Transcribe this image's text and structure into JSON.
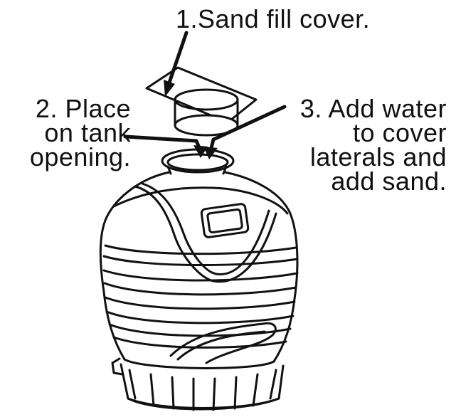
{
  "callouts": {
    "step1": {
      "lines": [
        "1.Sand fill cover."
      ]
    },
    "step2": {
      "lines": [
        "2. Place",
        "on tank",
        "opening."
      ]
    },
    "step3": {
      "lines": [
        "3. Add water",
        "to cover",
        "laterals and",
        "add sand."
      ]
    }
  },
  "colors": {
    "ink": "#111111",
    "paper": "#ffffff"
  }
}
